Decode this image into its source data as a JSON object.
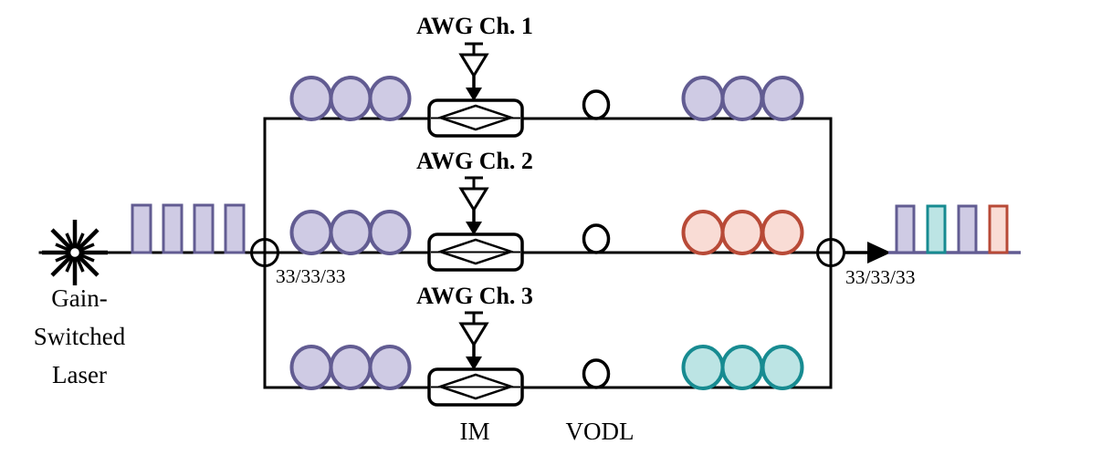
{
  "labels": {
    "source_line1": "Gain-",
    "source_line2": "Switched",
    "source_line3": "Laser",
    "splitter_ratio": "33/33/33",
    "combiner_ratio": "33/33/33",
    "im": "IM",
    "vodl": "VODL"
  },
  "branches": [
    {
      "awg_label": "AWG Ch. 1",
      "left_coil": "purple",
      "right_coil": "purple"
    },
    {
      "awg_label": "AWG Ch. 2",
      "left_coil": "purple",
      "right_coil": "red"
    },
    {
      "awg_label": "AWG Ch. 3",
      "left_coil": "purple",
      "right_coil": "teal"
    }
  ],
  "input_pulses": [
    "purple",
    "purple",
    "purple",
    "purple"
  ],
  "output_pulses": [
    "purple",
    "teal",
    "purple",
    "red"
  ],
  "output_baseline_color": "purple",
  "colors": {
    "purple_fill": "#cfcbe4",
    "purple_stroke": "#625c92",
    "red_fill": "#f9dcd5",
    "red_stroke": "#b84a37",
    "teal_fill": "#bce4e4",
    "teal_stroke": "#178b91",
    "line": "#000000",
    "background": "#ffffff"
  }
}
